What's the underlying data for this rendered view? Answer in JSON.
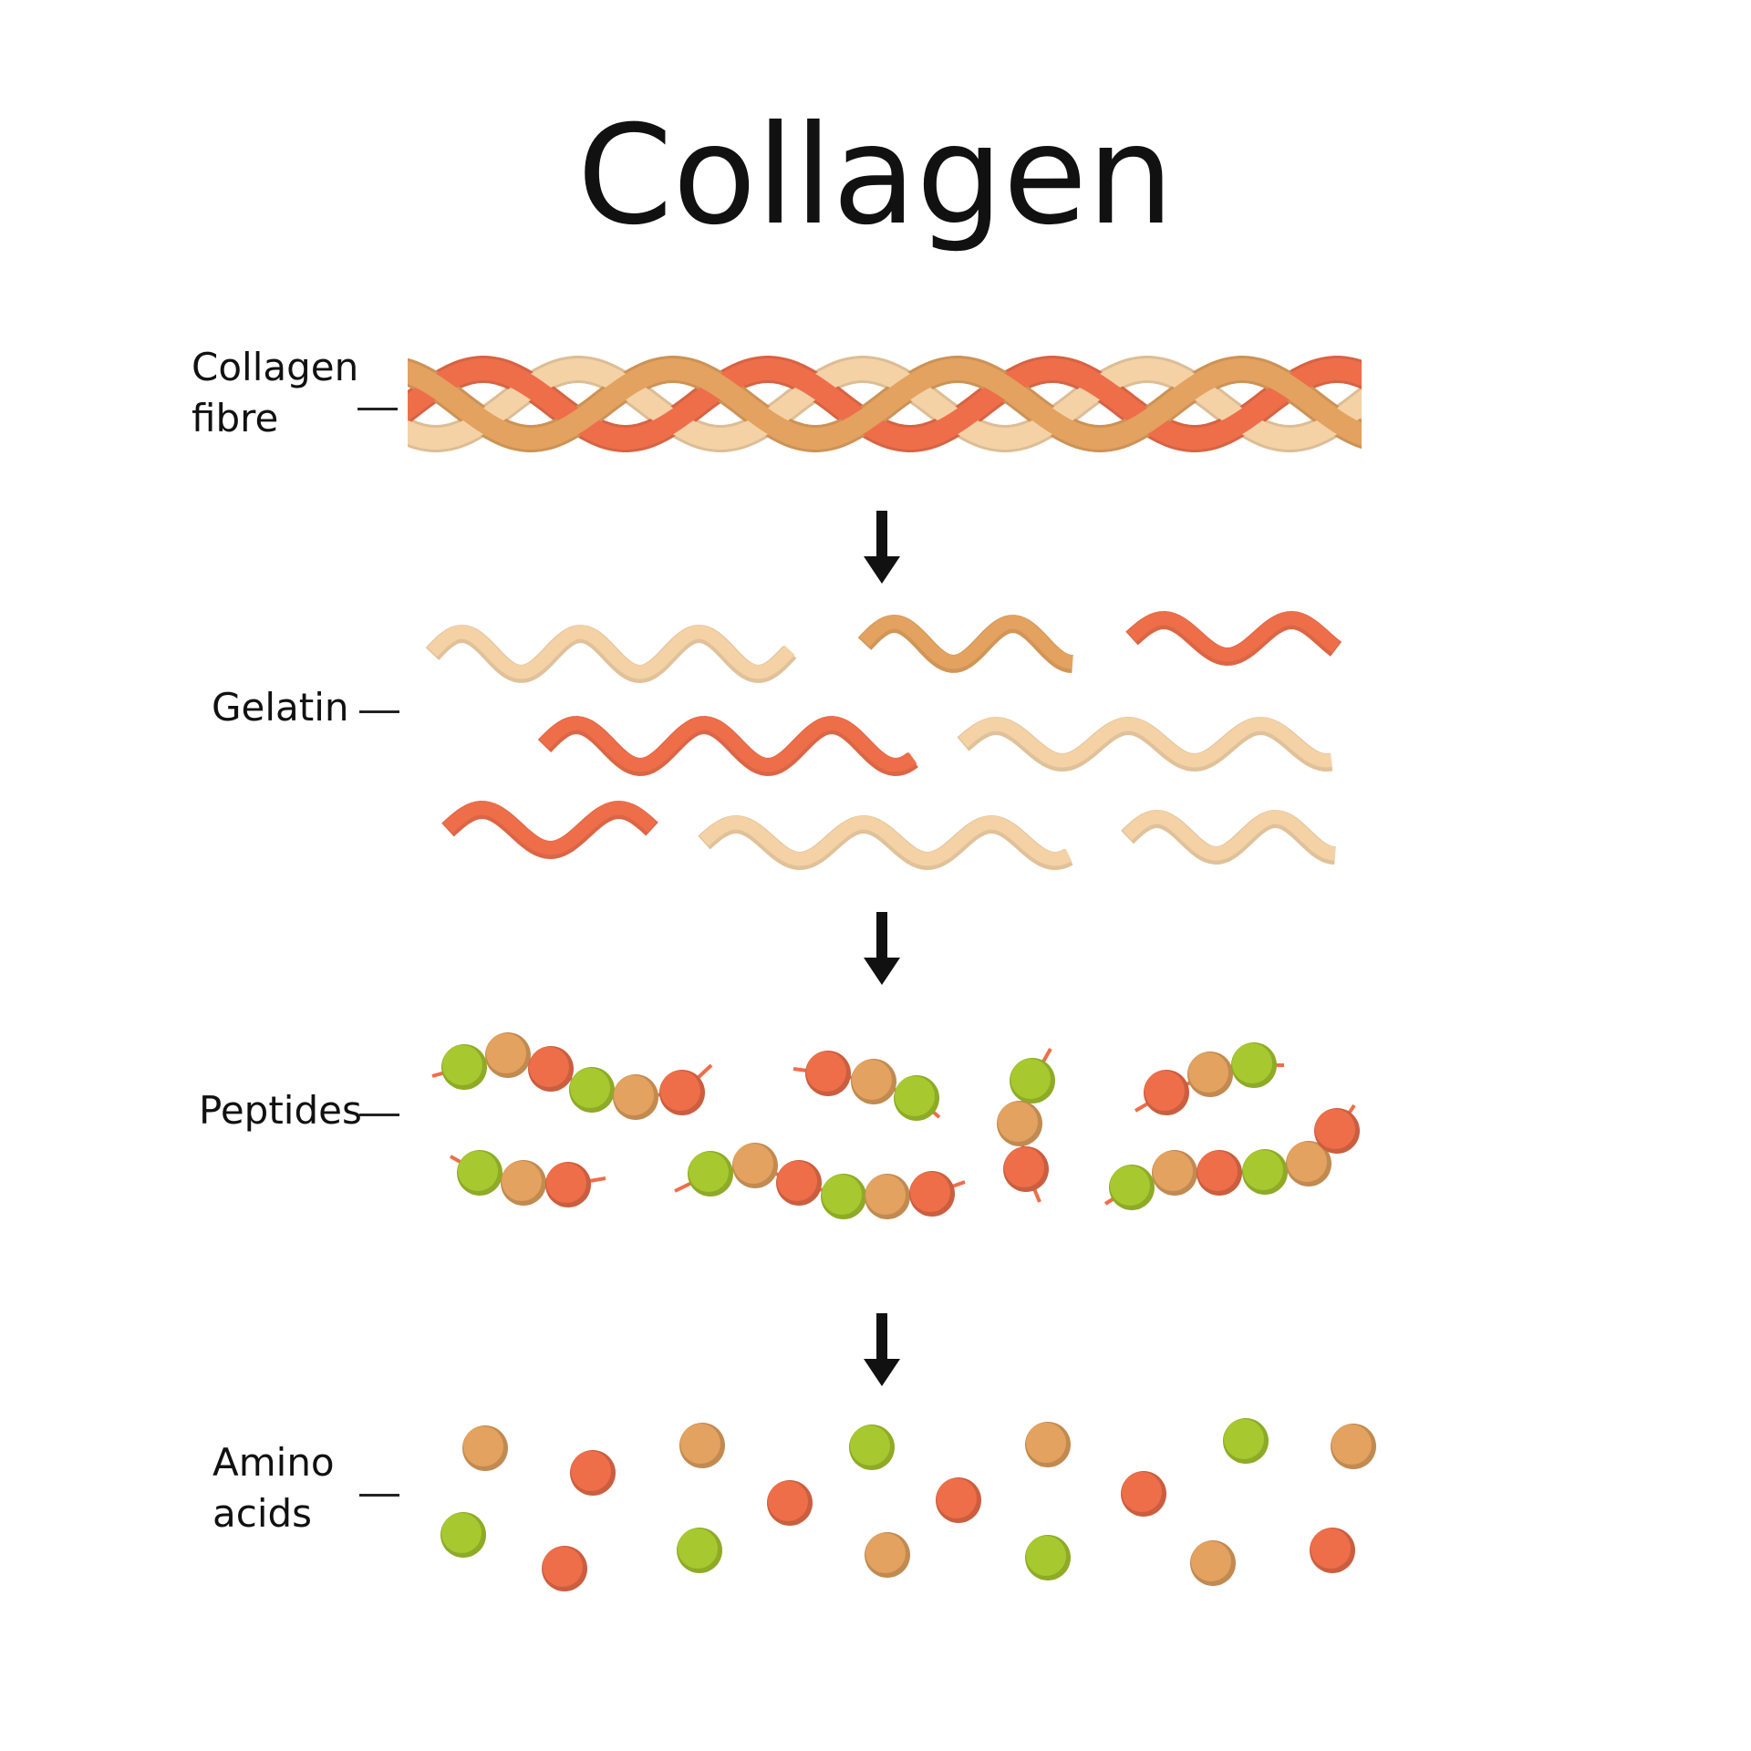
{
  "title": "Collagen",
  "stages": [
    {
      "id": "fibre",
      "label_lines": [
        "Collagen",
        "fibre"
      ]
    },
    {
      "id": "gelatin",
      "label_lines": [
        "Gelatin"
      ]
    },
    {
      "id": "peptides",
      "label_lines": [
        "Peptides"
      ]
    },
    {
      "id": "amino",
      "label_lines": [
        "Amino",
        "acids"
      ]
    }
  ],
  "colors": {
    "cream": "#f4d2a6",
    "tan": "#e3a25f",
    "coral": "#ee6e4a",
    "green": "#a7c82e",
    "arrow": "#111111",
    "text": "#111111"
  }
}
